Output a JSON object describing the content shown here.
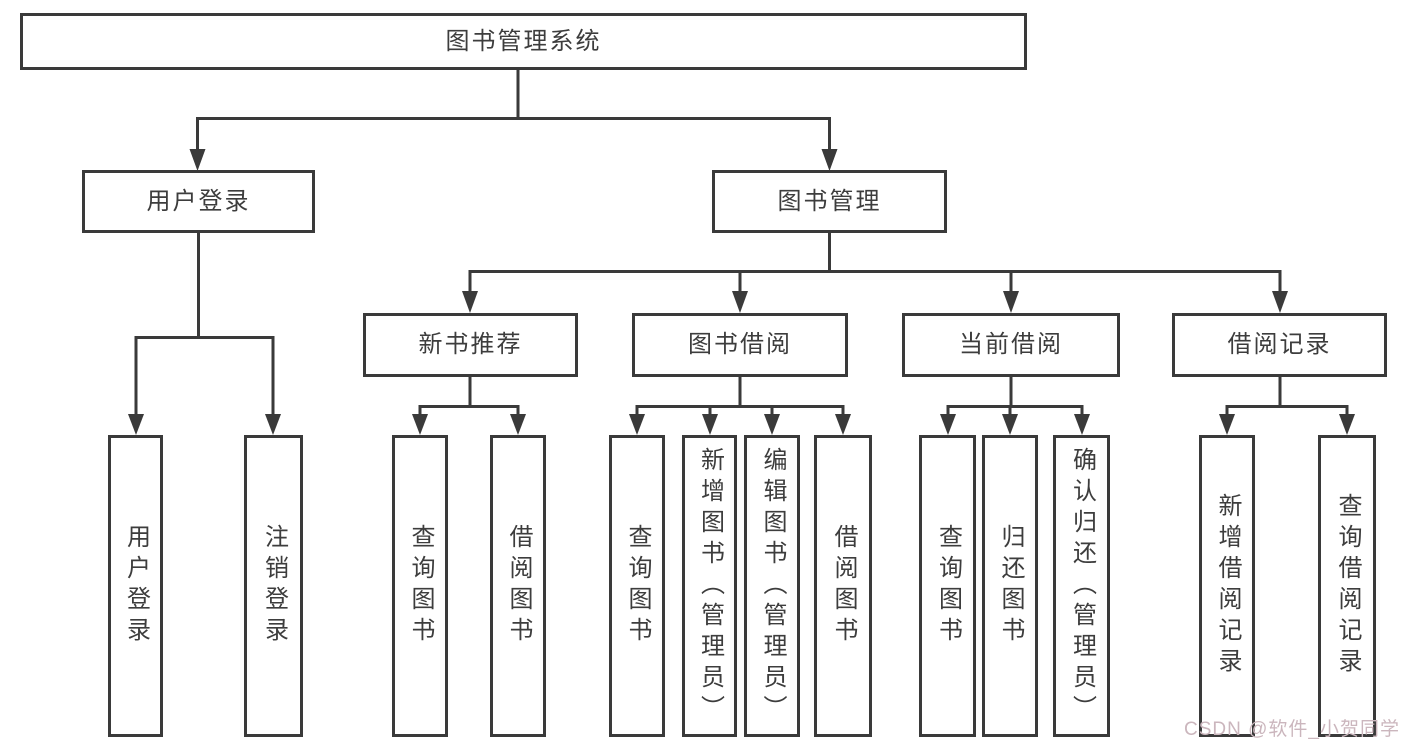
{
  "colors": {
    "line": "#3a3a3a",
    "text": "#3d3d3d",
    "watermark": "#cbb6bd",
    "bg": "#ffffff"
  },
  "watermark": "CSDN @软件_小贺同学",
  "tree": {
    "label": "图书管理系统",
    "children": [
      {
        "label": "用户登录",
        "children": [
          {
            "label": "用户登录"
          },
          {
            "label": "注销登录"
          }
        ]
      },
      {
        "label": "图书管理",
        "children": [
          {
            "label": "新书推荐",
            "children": [
              {
                "label": "查询图书"
              },
              {
                "label": "借阅图书"
              }
            ]
          },
          {
            "label": "图书借阅",
            "children": [
              {
                "label": "查询图书"
              },
              {
                "label": "新增图书（管理员）"
              },
              {
                "label": "编辑图书（管理员）"
              },
              {
                "label": "借阅图书"
              }
            ]
          },
          {
            "label": "当前借阅",
            "children": [
              {
                "label": "查询图书"
              },
              {
                "label": "归还图书"
              },
              {
                "label": "确认归还（管理员）"
              }
            ]
          },
          {
            "label": "借阅记录",
            "children": [
              {
                "label": "新增借阅记录"
              },
              {
                "label": "查询借阅记录"
              }
            ]
          }
        ]
      }
    ]
  }
}
